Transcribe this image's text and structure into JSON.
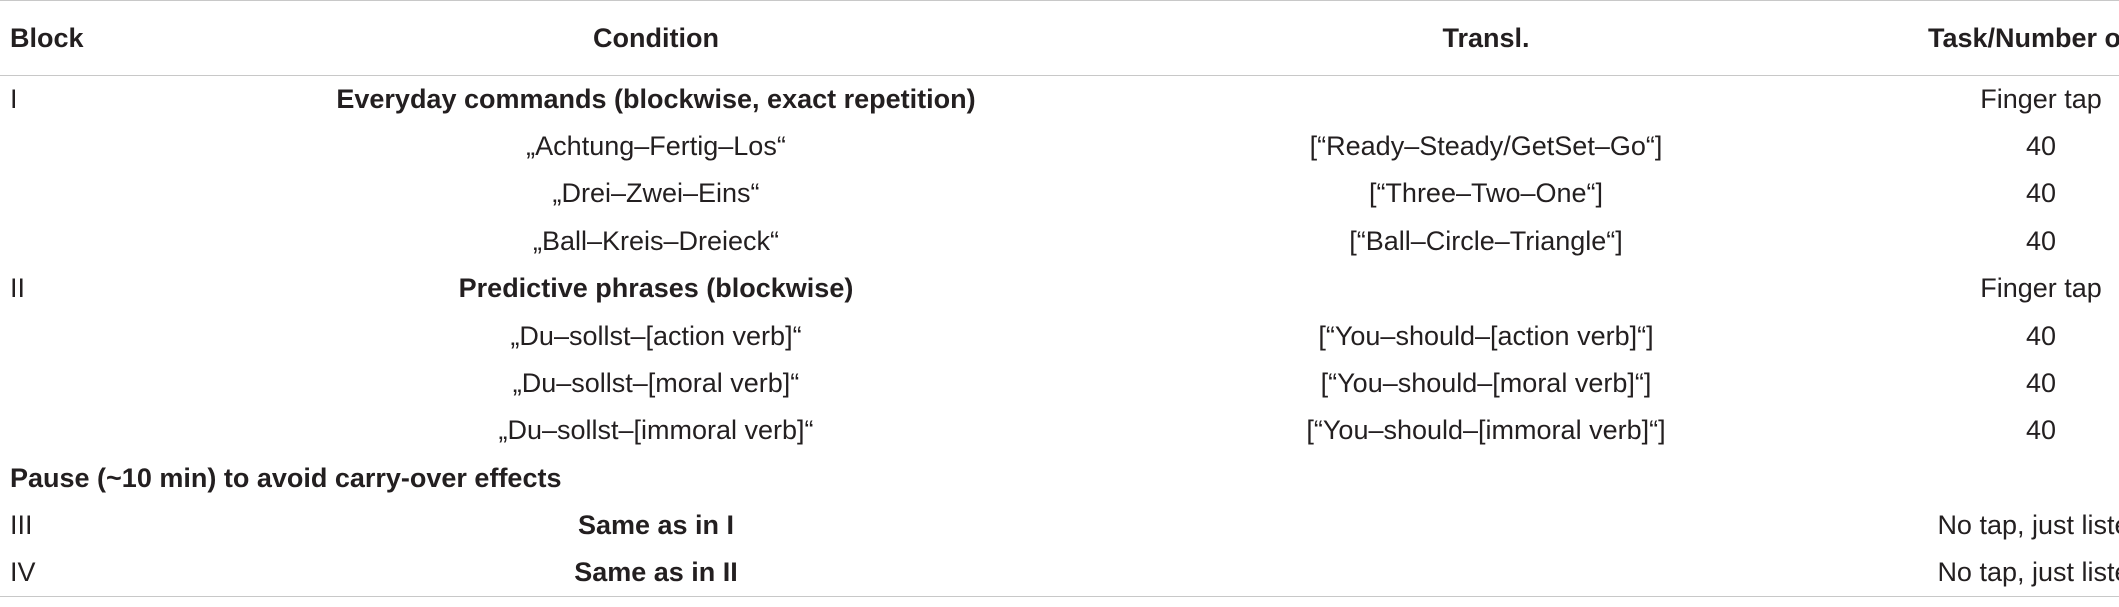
{
  "table": {
    "headers": {
      "block": "Block",
      "condition": "Condition",
      "translation": "Transl.",
      "task": "Task/Number of trials"
    },
    "rows": [
      {
        "block": "I",
        "condition": "Everyday commands (blockwise, exact repetition)",
        "translation": "",
        "task": "Finger tap"
      },
      {
        "block": "",
        "condition": "„Achtung–Fertig–Los“",
        "translation": "[“Ready–Steady/GetSet–Go“]",
        "task": "40"
      },
      {
        "block": "",
        "condition": "„Drei–Zwei–Eins“",
        "translation": "[“Three–Two–One“]",
        "task": "40"
      },
      {
        "block": "",
        "condition": "„Ball–Kreis–Dreieck“",
        "translation": "[“Ball–Circle–Triangle“]",
        "task": "40"
      },
      {
        "block": "II",
        "condition": "Predictive phrases (blockwise)",
        "translation": "",
        "task": "Finger tap"
      },
      {
        "block": "",
        "condition": "„Du–sollst–[action verb]“",
        "translation": "[“You–should–[action verb]“]",
        "task": "40"
      },
      {
        "block": "",
        "condition": "„Du–sollst–[moral verb]“",
        "translation": "[“You–should–[moral verb]“]",
        "task": "40"
      },
      {
        "block": "",
        "condition": "„Du–sollst–[immoral verb]“",
        "translation": "[“You–should–[immoral verb]“]",
        "task": "40"
      },
      {
        "pause": "Pause (~10 min) to avoid carry-over effects"
      },
      {
        "block": "III",
        "condition": "Same as in I",
        "translation": "",
        "task": "No tap, just listen"
      },
      {
        "block": "IV",
        "condition": "Same as in II",
        "translation": "",
        "task": "No tap, just listen"
      }
    ]
  }
}
